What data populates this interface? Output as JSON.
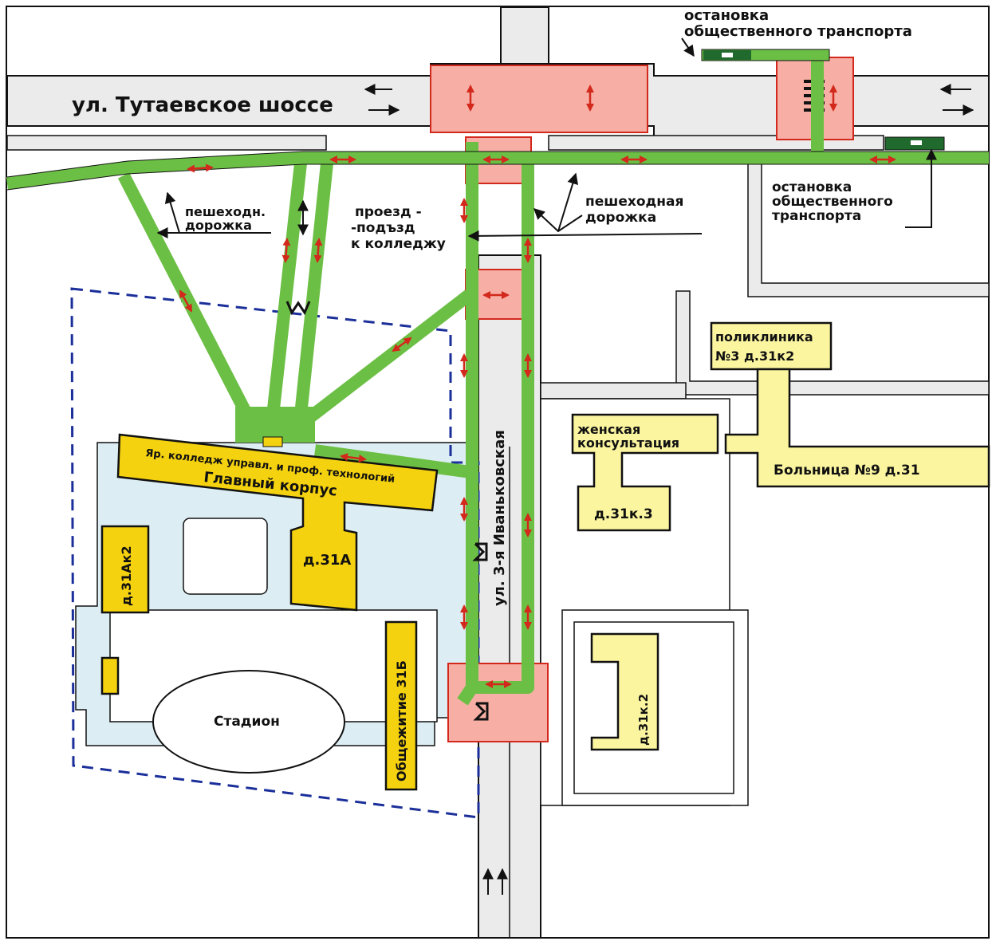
{
  "streets": {
    "tutaevskoe": "ул. Тутаевское шоссе",
    "ivankovskaya": "ул. 3-я Иваньковская"
  },
  "labels": {
    "bus_stop_top_1": "остановка",
    "bus_stop_top_2": "общественного транспорта",
    "bus_stop_right_1": "остановка",
    "bus_stop_right_2": "общественного",
    "bus_stop_right_3": "транспорта",
    "footpath_left_1": "пешеходн.",
    "footpath_left_2": "дорожка",
    "driveway_1": "проезд -",
    "driveway_2": "-подъзд",
    "driveway_3": "к колледжу",
    "footpath_right_1": "пешеходная",
    "footpath_right_2": "дорожка"
  },
  "buildings": {
    "college_name": "Яр. колледж управл. и проф. технологий",
    "main_building": "Главный корпус",
    "b31a": "д.31А",
    "b31ak2": "д.31Ак2",
    "dormitory": "Общежитие 31Б",
    "stadium": "Стадион",
    "clinic_1": "поликлиника",
    "clinic_2": "№3 д.31к2",
    "womens_1": "женская",
    "womens_2": "консультация",
    "b31k3": "д.31к.3",
    "hospital": "Больница №9 д.31",
    "b31k2": "д.31к.2"
  },
  "colors": {
    "road": "#ebebeb",
    "footpath": "#6cbf45",
    "crossing_zone": "#f7aea4",
    "college_building": "#f5d20f",
    "other_building": "#fbf5a0",
    "campus_grounds": "#dcedf3",
    "campus_boundary": "#1b2f9a",
    "parking": "#1f6a2c"
  },
  "icons": {
    "traffic_arrows": "double-arrow-icon",
    "gate": "gate-icon",
    "pedestrian_crossing": "zebra-crossing-icon"
  }
}
